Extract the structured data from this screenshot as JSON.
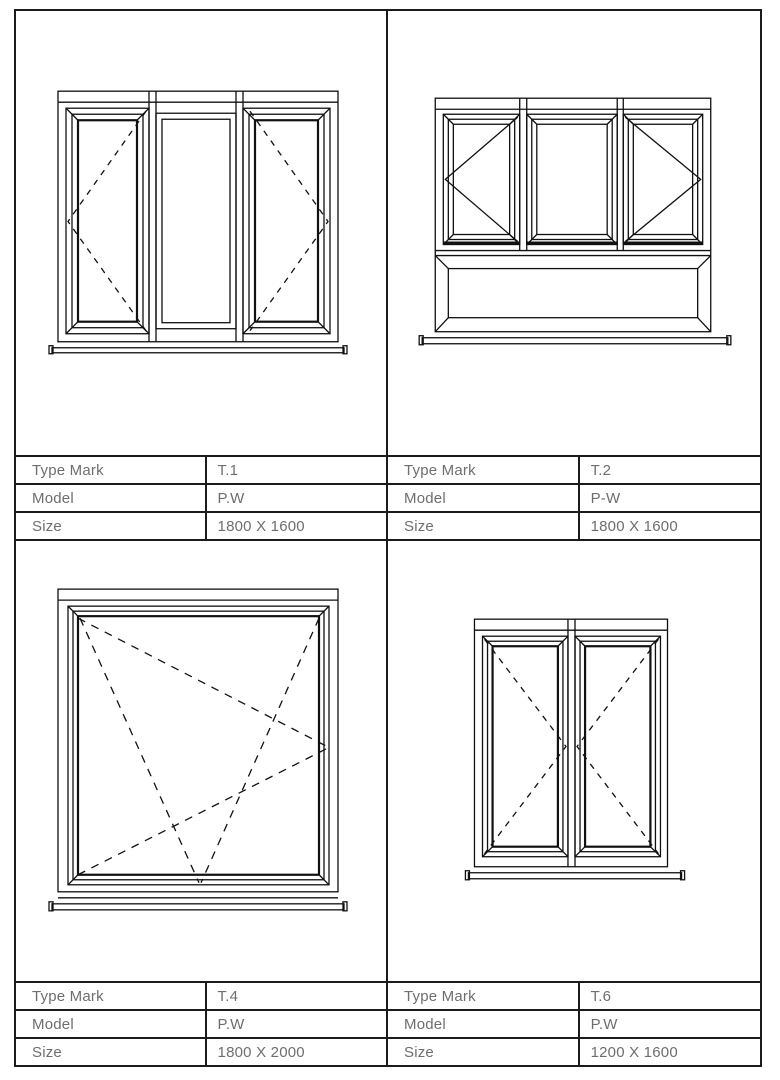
{
  "sheet": {
    "background": "#ffffff",
    "line_color": "#1b1b1b",
    "text_color": "#6e6e6e"
  },
  "cells": [
    {
      "drawing": "triple-panel window, two dashed casement symbols, fixed center",
      "rows": [
        {
          "label": "Type Mark",
          "value": "T.1"
        },
        {
          "label": "Model",
          "value": "P.W"
        },
        {
          "label": "Size",
          "value": "1800 X 1600"
        }
      ]
    },
    {
      "drawing": "three casement top sashes over fixed transom panel",
      "rows": [
        {
          "label": "Type Mark",
          "value": "T.2"
        },
        {
          "label": "Model",
          "value": "P-W"
        },
        {
          "label": "Size",
          "value": "1800 X 1600"
        }
      ]
    },
    {
      "drawing": "single tilt-and-turn window, dashed operation symbols",
      "rows": [
        {
          "label": "Type Mark",
          "value": "T.4"
        },
        {
          "label": "Model",
          "value": "P.W"
        },
        {
          "label": "Size",
          "value": "1800 X 2000"
        }
      ]
    },
    {
      "drawing": "double casement window, dashed opening symbols",
      "rows": [
        {
          "label": "Type Mark",
          "value": "T.6"
        },
        {
          "label": "Model",
          "value": "P.W"
        },
        {
          "label": "Size",
          "value": "1200 X 1600"
        }
      ]
    }
  ]
}
